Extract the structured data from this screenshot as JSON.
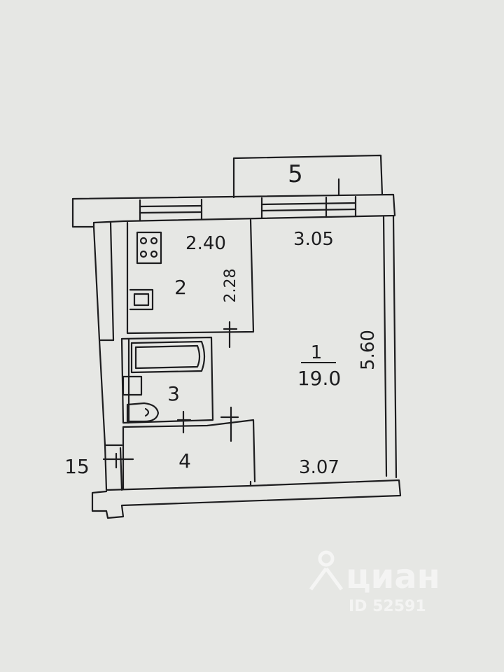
{
  "plan": {
    "balcony_label": "5",
    "kitchen": {
      "number": "2",
      "width": "2.40",
      "depth": "2.28"
    },
    "room": {
      "number": "1",
      "area": "19.0",
      "width_top": "3.05",
      "width_bottom": "3.07",
      "length": "5.60"
    },
    "bathroom": {
      "number": "3"
    },
    "hall": {
      "number": "4"
    },
    "side_dim": "15"
  },
  "watermark": {
    "brand": "циан",
    "id": "ID 52591"
  },
  "colors": {
    "paper": "#e6e7e4",
    "ink": "#1d1d1f",
    "watermark": "#ffffff"
  },
  "icons": [
    "stove-icon",
    "kitchen-sink-icon",
    "bathtub-icon",
    "washbasin-icon",
    "toilet-icon",
    "location-pin-icon"
  ]
}
